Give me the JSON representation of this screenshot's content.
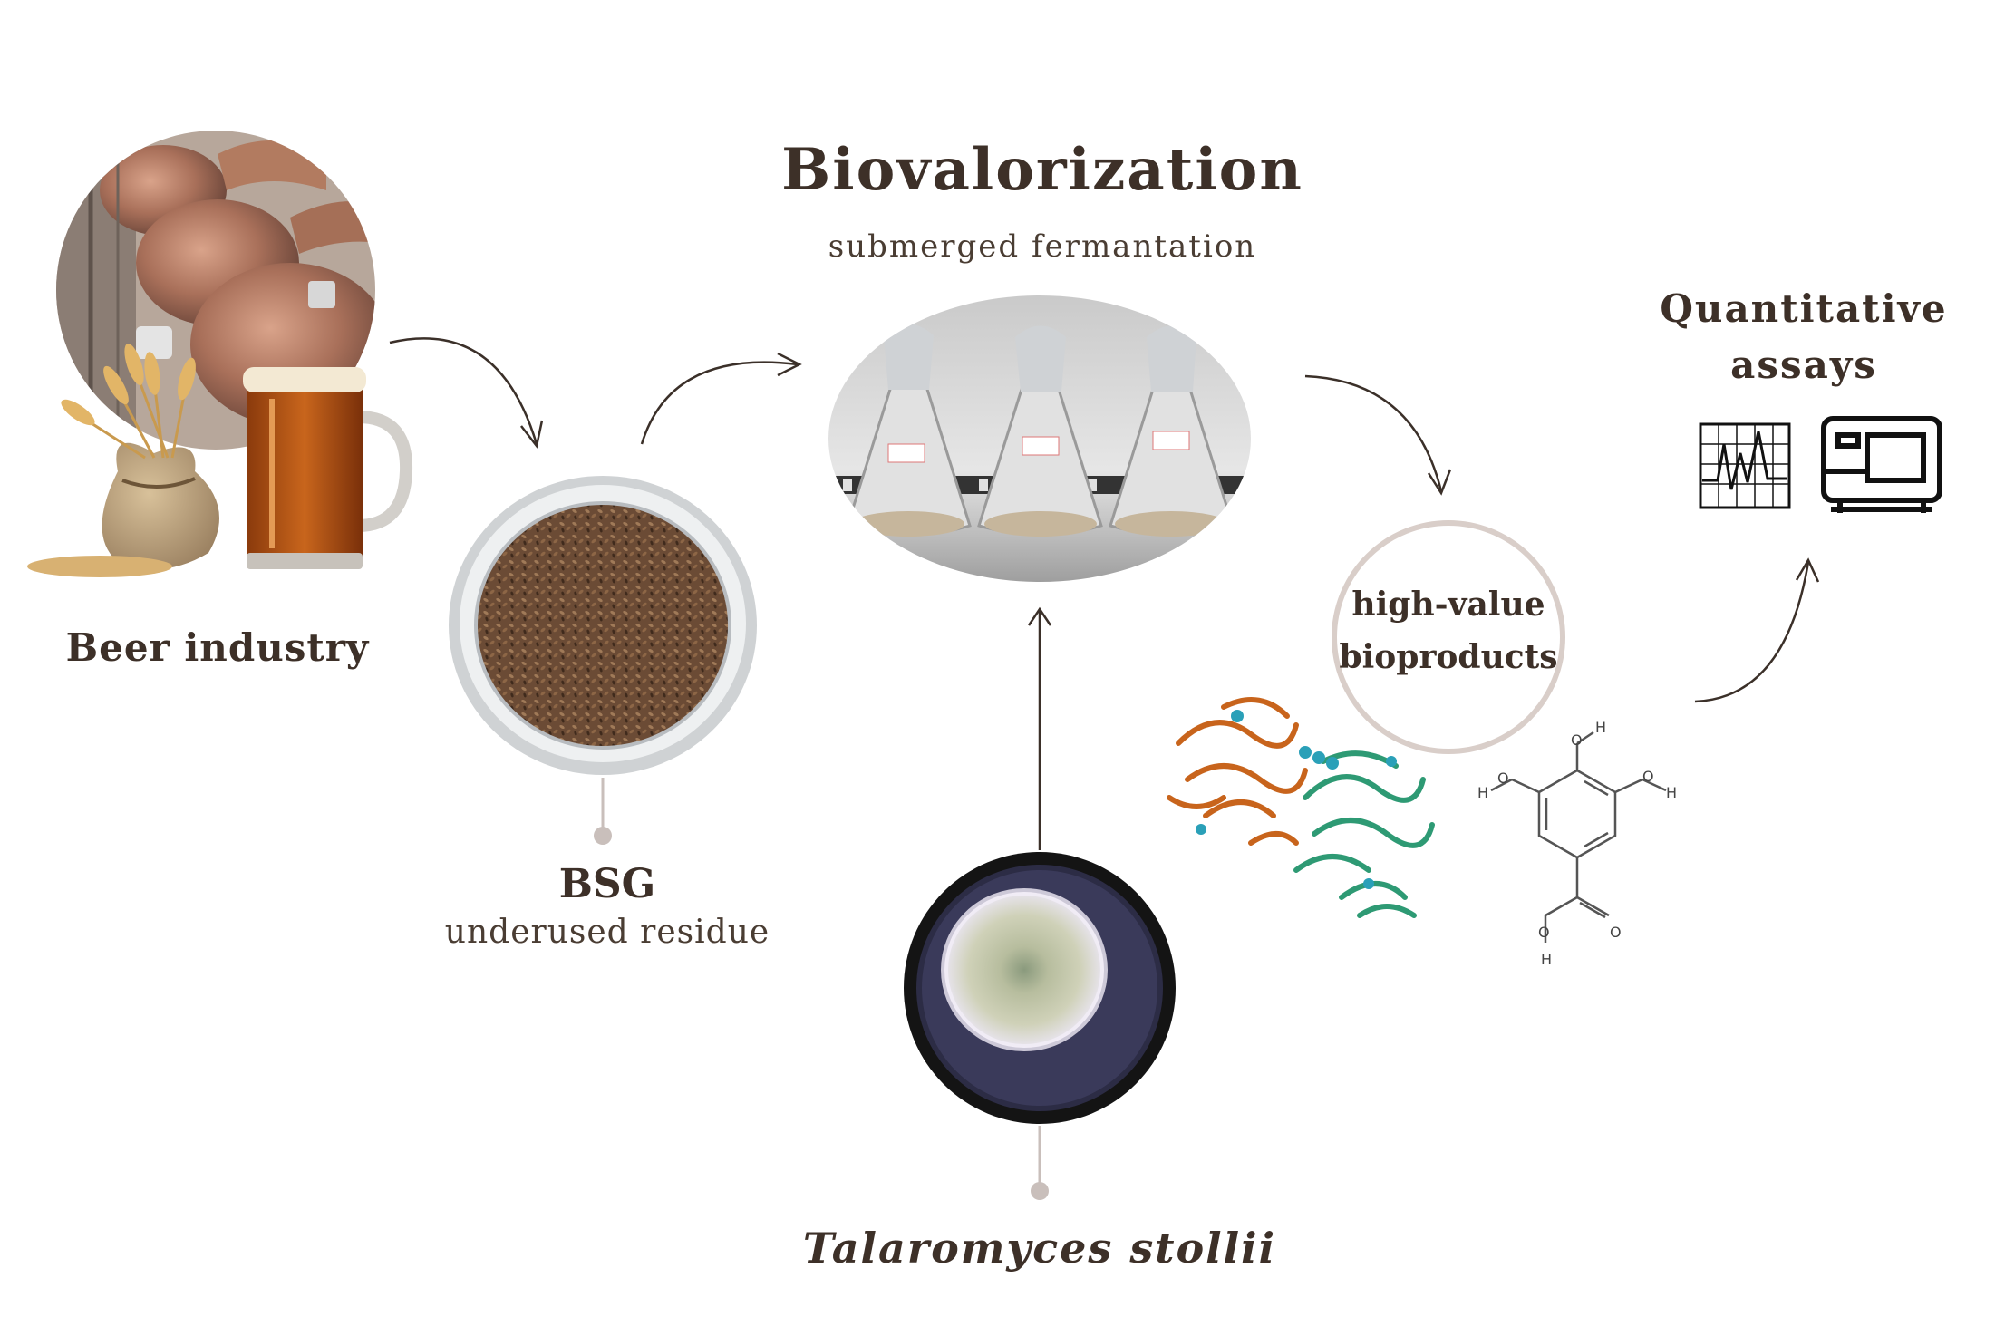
{
  "title": "Biovalorization",
  "subtitle": "submerged fermantation",
  "beer": {
    "label": "Beer industry"
  },
  "bsg": {
    "label": "BSG",
    "sublabel": "underused residue"
  },
  "fungus": {
    "label": "Talaromyces stollii"
  },
  "bioproducts": {
    "label_line1": "high-value",
    "label_line2": "bioproducts"
  },
  "assays": {
    "label_line1": "Quantitative",
    "label_line2": "assays"
  },
  "molecule_atoms": [
    "O",
    "H",
    "O",
    "H",
    "O",
    "H",
    "O",
    "H",
    "O"
  ],
  "icons": [
    "brewing-tanks-photo",
    "wheat-sack",
    "beer-mug",
    "bsg-petri-dish",
    "erlenmeyer-flasks",
    "fungus-petri-dish",
    "protein-structure",
    "gallic-acid-structure",
    "chromatogram-icon",
    "analyzer-instrument-icon"
  ]
}
